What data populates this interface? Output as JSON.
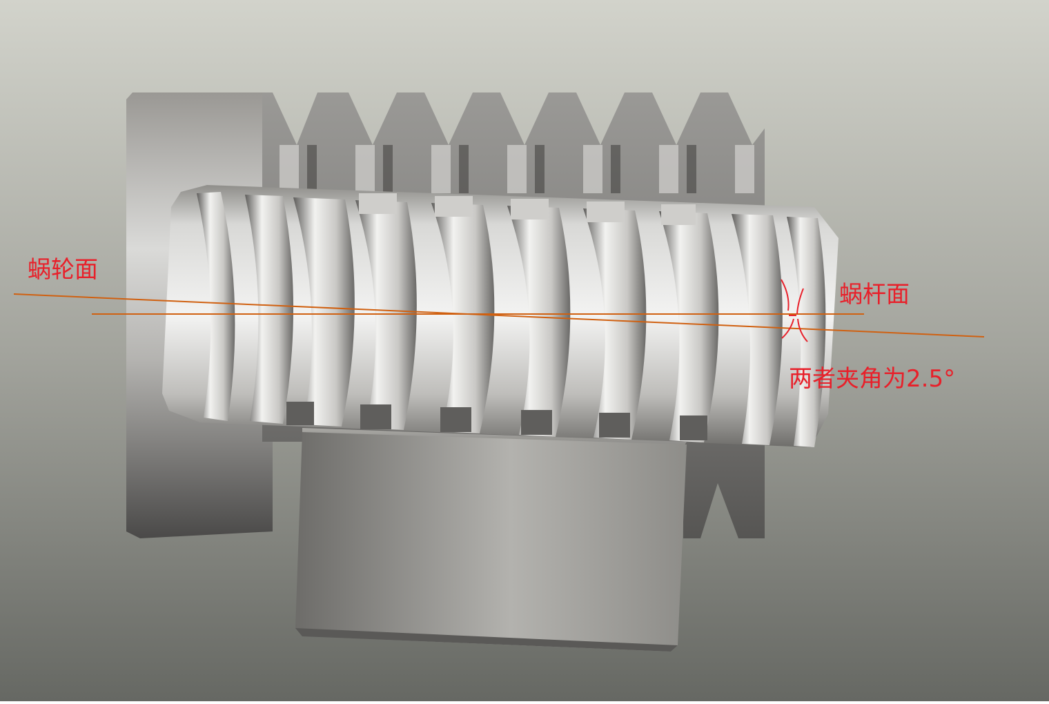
{
  "annotations": {
    "wheel_plane": "蜗轮面",
    "worm_plane": "蜗杆面",
    "angle_note": "两者夹角为2.5°"
  },
  "colors": {
    "background_top": "#d2d3cb",
    "background_bottom": "#666863",
    "reference_line": "#d06010",
    "annotation": "#e8202a"
  }
}
